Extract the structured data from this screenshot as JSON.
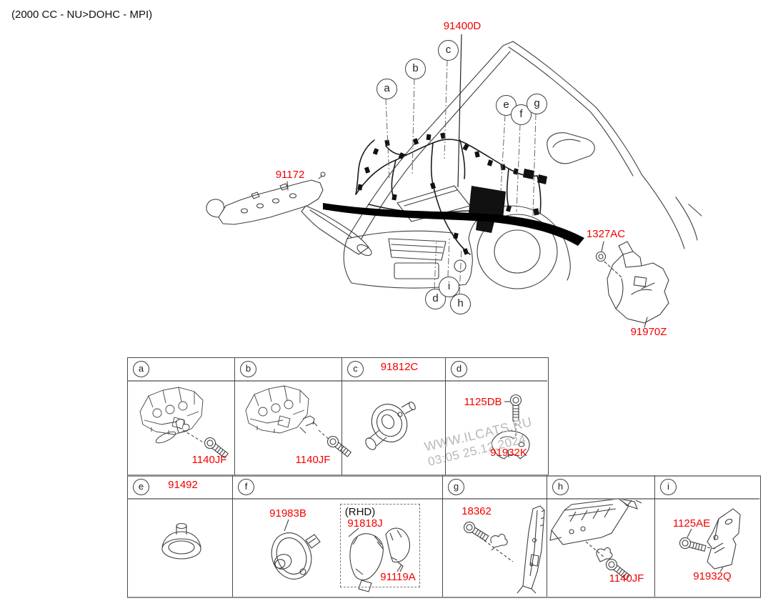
{
  "title": "(2000 CC - NU>DOHC - MPI)",
  "colors": {
    "label_red": "#f40000",
    "line_gray": "#3f3f3f",
    "watermark_gray": "#b8b8b8"
  },
  "diagram": {
    "labels": {
      "control_wiring": "91400D",
      "protector": "91172",
      "nut": "1327AC",
      "protector_bracket": "91970Z"
    },
    "callouts": {
      "a": "a",
      "b": "b",
      "c": "c",
      "d": "d",
      "e": "e",
      "f": "f",
      "g": "g",
      "h": "h",
      "i": "i"
    }
  },
  "watermark": {
    "site": "WWW.ILCATS.RU",
    "timestamp": "03:05 25.12.2024"
  },
  "table": {
    "row1": {
      "a": {
        "callout": "a",
        "bolt_part": "1140JF"
      },
      "b": {
        "callout": "b",
        "bolt_part": "1140JF"
      },
      "c": {
        "callout": "c",
        "header_part": "91812C"
      },
      "d": {
        "callout": "d",
        "bolt_part": "1125DB",
        "bracket_part": "91932K"
      }
    },
    "row2": {
      "e": {
        "callout": "e",
        "header_part": "91492"
      },
      "f": {
        "callout": "f",
        "grommet_part": "91983B",
        "rhd_note": "(RHD)",
        "rhd_part": "91818J",
        "cover_part": "91119A"
      },
      "g": {
        "callout": "g",
        "bolt_part": "18362"
      },
      "h": {
        "callout": "h",
        "bolt_part": "1140JF"
      },
      "i": {
        "callout": "i",
        "bolt_part": "1125AE",
        "bracket_part": "91932Q"
      }
    }
  }
}
